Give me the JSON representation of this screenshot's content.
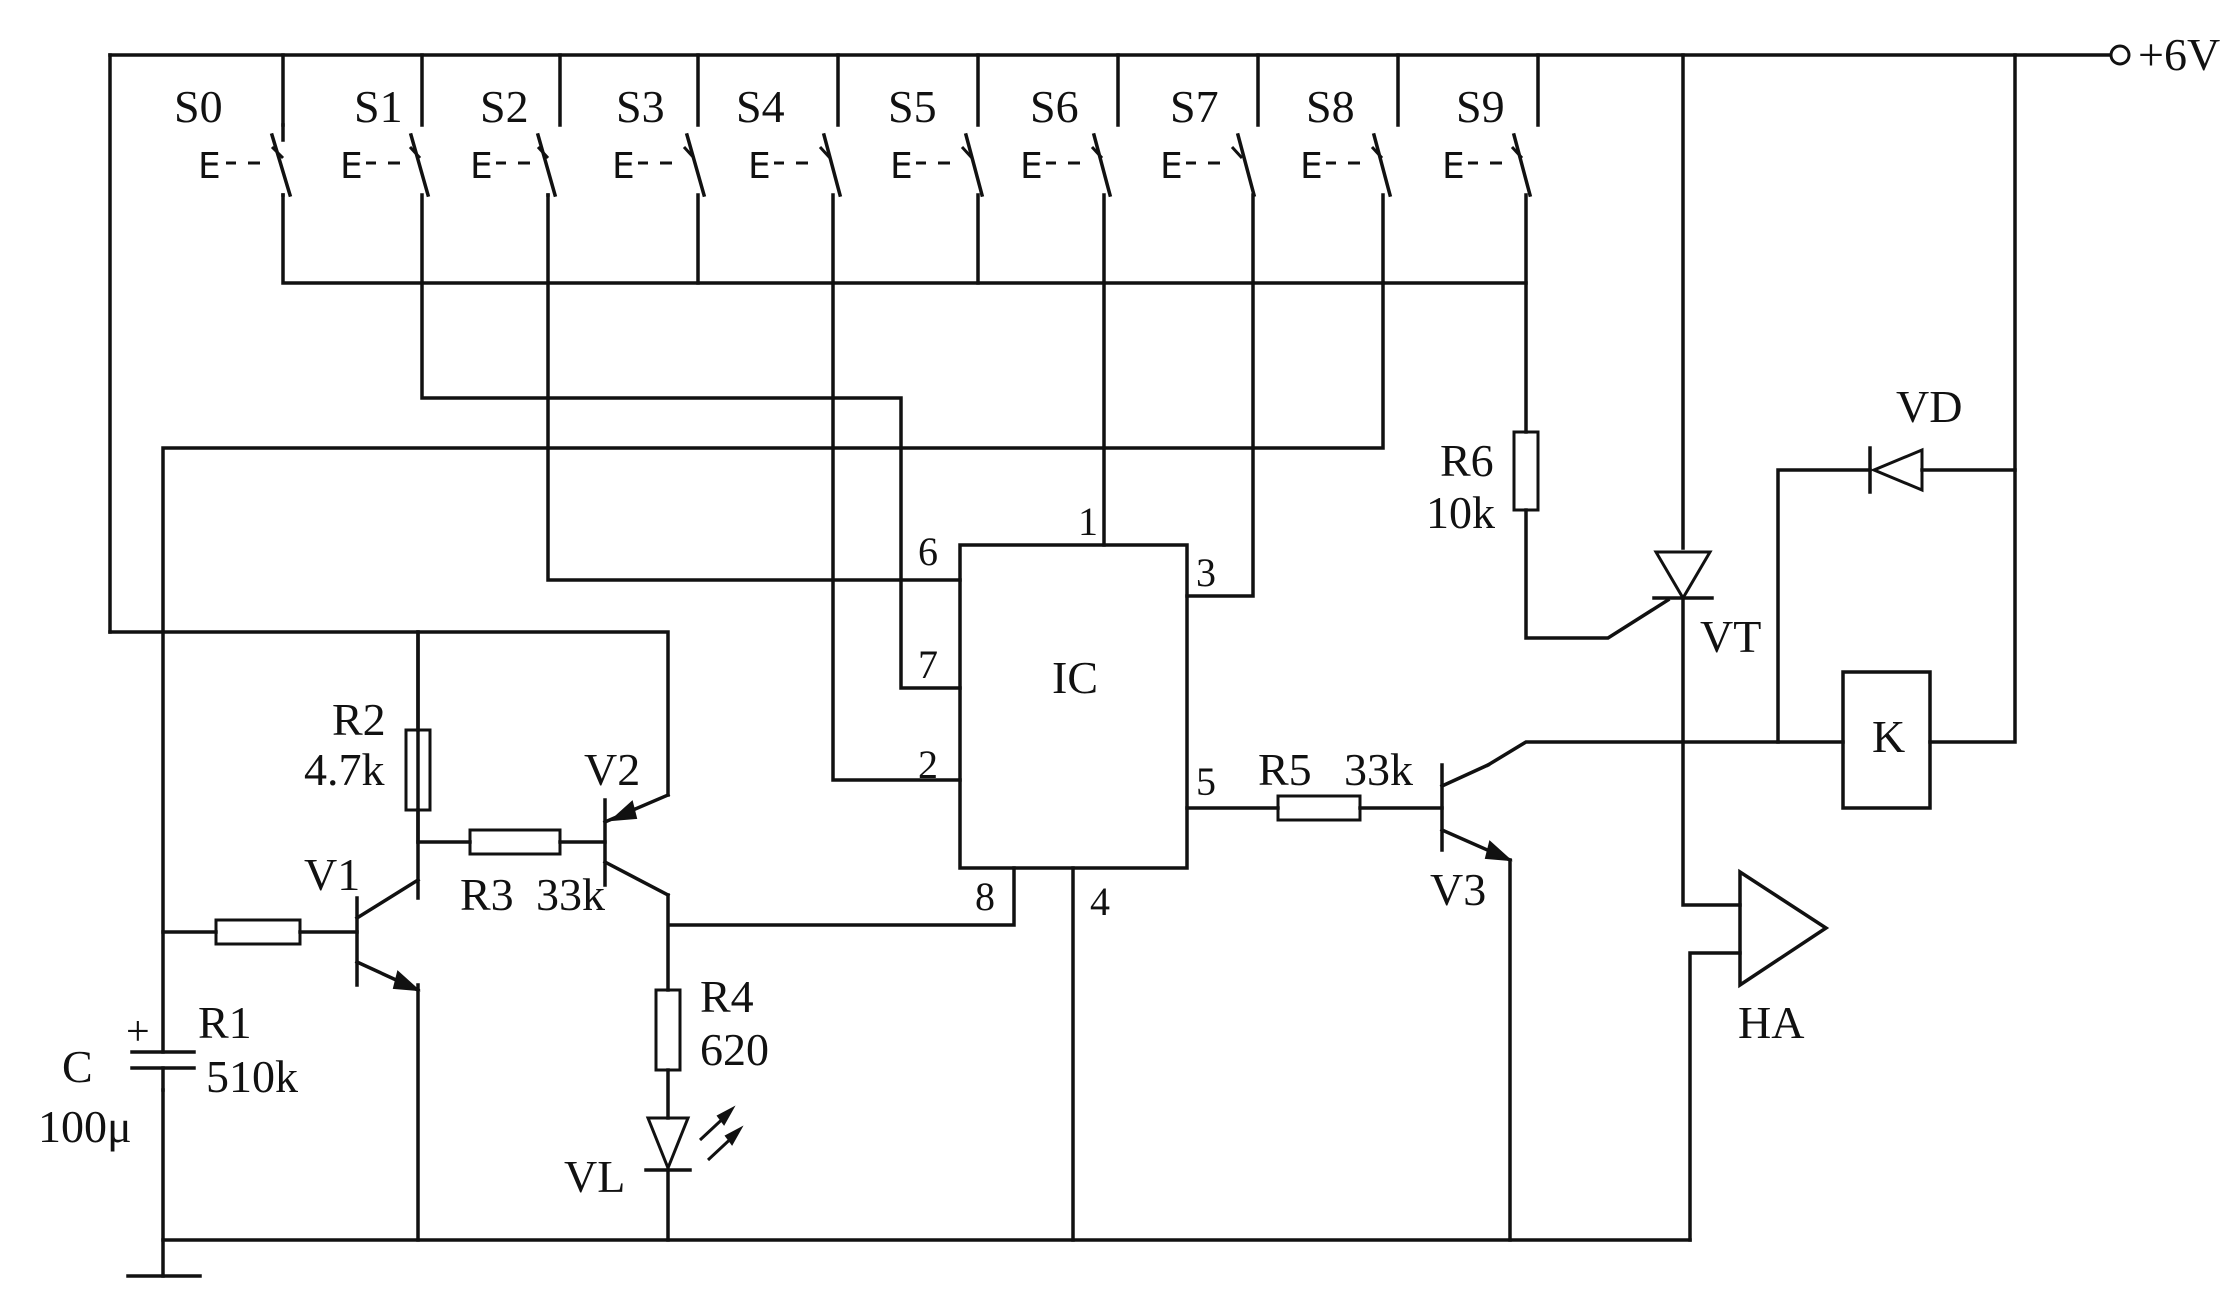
{
  "supply": {
    "label": "+6V"
  },
  "switches": [
    {
      "name": "S0",
      "prefix": "E"
    },
    {
      "name": "S1",
      "prefix": "E"
    },
    {
      "name": "S2",
      "prefix": "E"
    },
    {
      "name": "S3",
      "prefix": "E"
    },
    {
      "name": "S4",
      "prefix": "E"
    },
    {
      "name": "S5",
      "prefix": "E"
    },
    {
      "name": "S6",
      "prefix": "E"
    },
    {
      "name": "S7",
      "prefix": "E"
    },
    {
      "name": "S8",
      "prefix": "E"
    },
    {
      "name": "S9",
      "prefix": "E"
    }
  ],
  "ic": {
    "label": "IC",
    "pins": {
      "p1": "1",
      "p2": "2",
      "p3": "3",
      "p4": "4",
      "p5": "5",
      "p6": "6",
      "p7": "7",
      "p8": "8"
    }
  },
  "components": {
    "R1": {
      "name": "R1",
      "value": "510k"
    },
    "R2": {
      "name": "R2",
      "value": "4.7k"
    },
    "R3": {
      "name": "R3",
      "value": "33k"
    },
    "R4": {
      "name": "R4",
      "value": "620"
    },
    "R5": {
      "name": "R5",
      "value": "33k"
    },
    "R6": {
      "name": "R6",
      "value": "10k"
    },
    "C": {
      "name": "C",
      "value": "100μ",
      "polarity": "+"
    },
    "V1": {
      "name": "V1"
    },
    "V2": {
      "name": "V2"
    },
    "V3": {
      "name": "V3"
    },
    "VL": {
      "name": "VL"
    },
    "VT": {
      "name": "VT"
    },
    "VD": {
      "name": "VD"
    },
    "K": {
      "name": "K"
    },
    "HA": {
      "name": "HA"
    }
  }
}
